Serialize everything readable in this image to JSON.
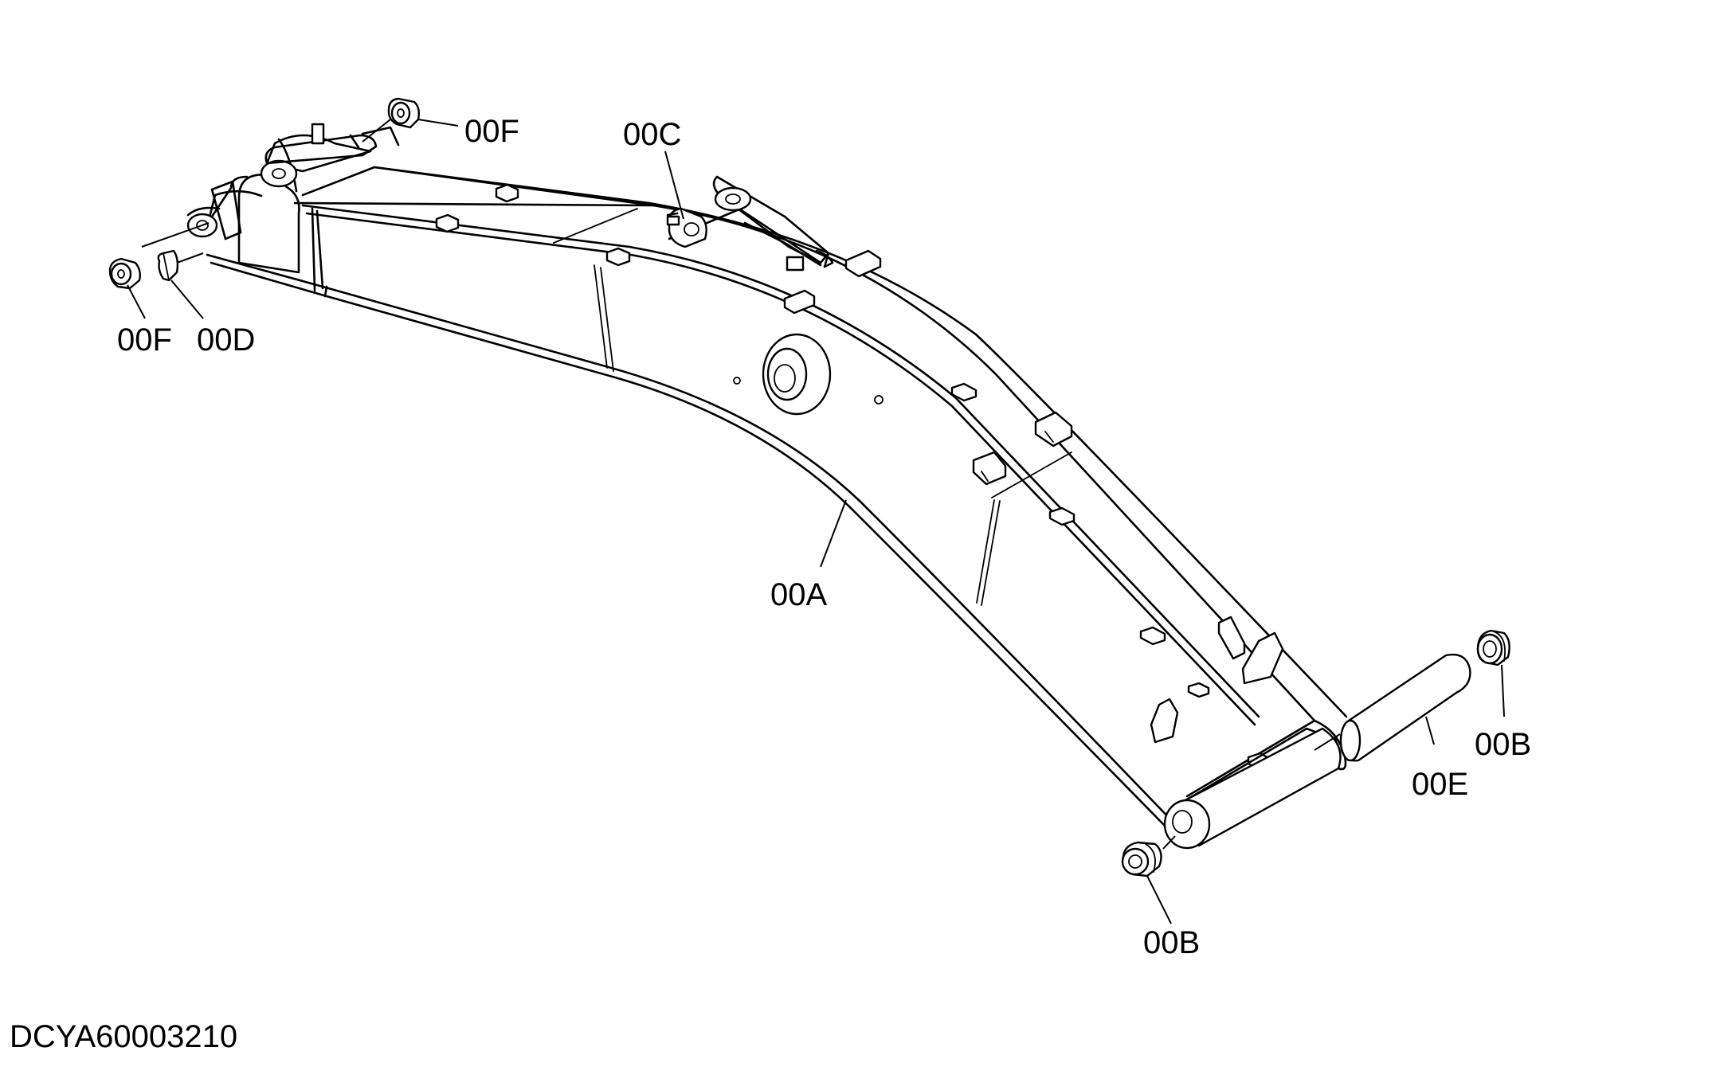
{
  "drawing": {
    "number": "DCYA60003210"
  },
  "callouts": {
    "boom": "00A",
    "pin_bushing_right_top": "00B",
    "pin_bushing_bottom": "00B",
    "bracket_pin": "00C",
    "plate": "00D",
    "boom_foot_pin": "00E",
    "bushing_top": "00F",
    "bushing_left": "00F"
  },
  "colors": {
    "line": "#000000",
    "background": "#ffffff"
  }
}
